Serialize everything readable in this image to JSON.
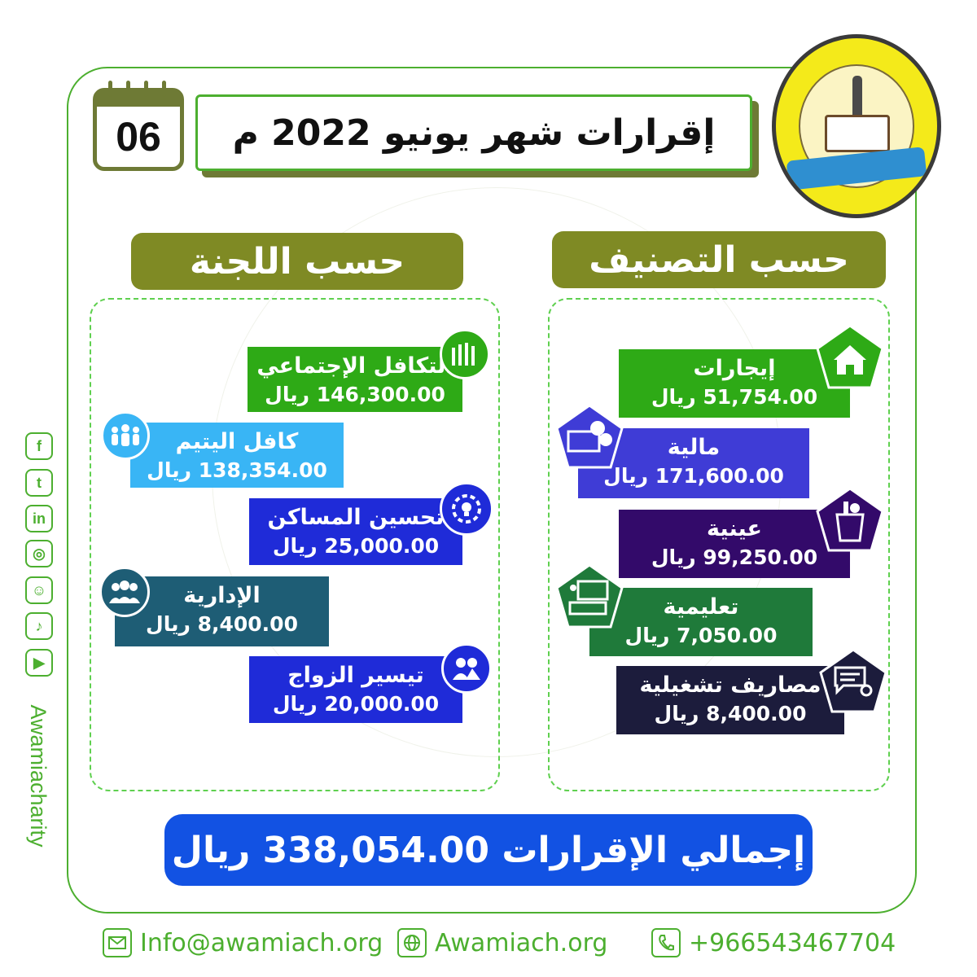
{
  "header": {
    "month_number": "06",
    "title": "إقرارات شهر يونيو 2022 م"
  },
  "logo": {
    "icon": "charity-seal-logo"
  },
  "committee_section": {
    "heading": "حسب اللجنة",
    "items": [
      {
        "name": "التكافل الإجتماعي",
        "amount": "146,300.00  ريال",
        "icon": "hands-icon",
        "color": "#2eaa16"
      },
      {
        "name": "كافل اليتيم",
        "amount": "138,354.00 ريال",
        "icon": "family-icon",
        "color": "#39b5f5"
      },
      {
        "name": "تحسين المساكن",
        "amount": "25,000.00 ريال",
        "icon": "settings-bulb-icon",
        "color": "#1f2bd8"
      },
      {
        "name": "الإدارية",
        "amount": "8,400.00 ريال",
        "icon": "group-icon",
        "color": "#1e5d75"
      },
      {
        "name": "تيسير الزواج",
        "amount": "20,000.00 ريال",
        "icon": "couple-icon",
        "color": "#1f2bd8"
      }
    ]
  },
  "category_section": {
    "heading": "حسب التصنيف",
    "items": [
      {
        "name": "إيجارات",
        "amount": "51,754.00 ريال",
        "icon": "house-icon",
        "color": "#2eaa16"
      },
      {
        "name": "مالية",
        "amount": "171,600.00 ريال",
        "icon": "money-icon",
        "color": "#3f3cd6"
      },
      {
        "name": "عينية",
        "amount": "99,250.00 ريال",
        "icon": "grocery-bag-icon",
        "color": "#330a6a"
      },
      {
        "name": "تعليمية",
        "amount": "7,050.00 ريال",
        "icon": "classroom-icon",
        "color": "#1f7a3a"
      },
      {
        "name": "مصاريف تشغيلية",
        "amount": "8,400.00 ريال",
        "icon": "chat-gear-icon",
        "color": "#1c1c3c"
      }
    ]
  },
  "total": {
    "text": "إجمالي الإقرارات 338,054.00 ريال"
  },
  "social": {
    "icons": [
      "facebook-icon",
      "twitter-icon",
      "linkedin-icon",
      "instagram-icon",
      "snapchat-icon",
      "tiktok-icon",
      "youtube-icon"
    ],
    "glyphs": [
      "f",
      "t",
      "in",
      "◎",
      "☺",
      "♪",
      "▶"
    ],
    "handle": "Awamiacharity"
  },
  "footer": {
    "email": "Info@awamiach.org",
    "website": "Awamiach.org",
    "phone": "+966543467704"
  }
}
